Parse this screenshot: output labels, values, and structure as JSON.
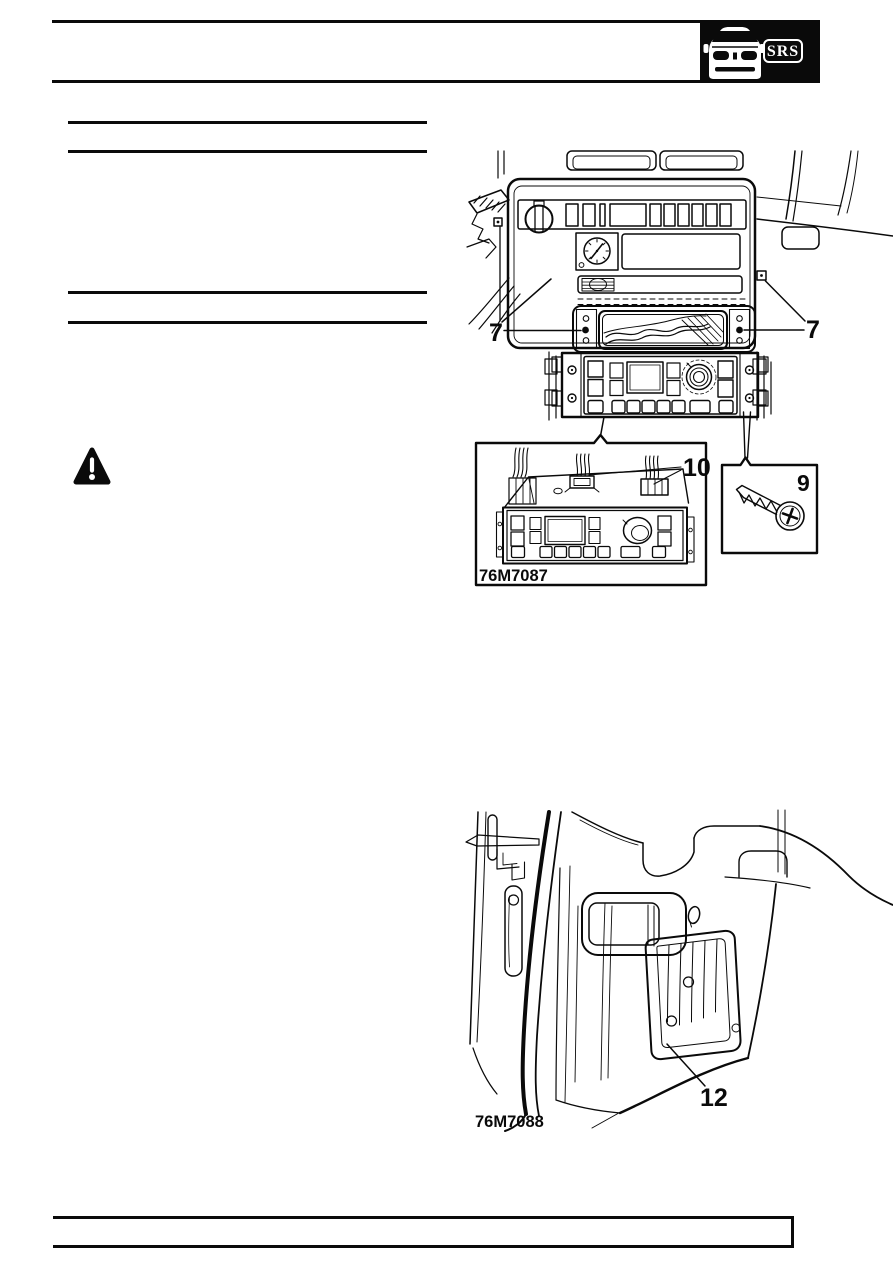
{
  "colors": {
    "ink": "#0a0a0a",
    "paper": "#ffffff"
  },
  "header": {
    "srs_badge": "SRS"
  },
  "figure_dashboard": {
    "code": "76M7087",
    "callout_left_screw": "7",
    "callout_right_screw": "7",
    "callout_fixing_screw": "9",
    "callout_harness_connectors": "10"
  },
  "figure_footwell": {
    "code": "76M7088",
    "callout_trim_panel": "12"
  }
}
